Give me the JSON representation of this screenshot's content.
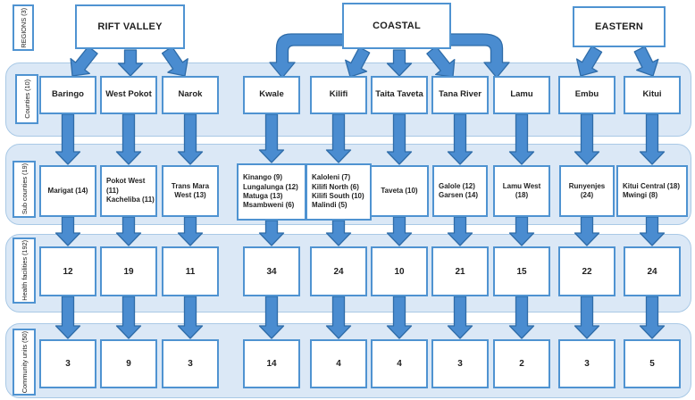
{
  "row_labels": {
    "regions": "REGIONS (3)",
    "counties": "Counties (10)",
    "sub_counties": "Sub counties (19)",
    "health_facilities": "Health facilities (192)",
    "community_units": "Community units (50)"
  },
  "regions": [
    {
      "name": "RIFT VALLEY"
    },
    {
      "name": "COASTAL"
    },
    {
      "name": "EASTERN"
    }
  ],
  "columns": [
    {
      "region": "RIFT VALLEY",
      "county": "Baringo",
      "sub_counties": [
        "Marigat (14)"
      ],
      "health_facilities": "12",
      "community_units": "3"
    },
    {
      "region": "RIFT VALLEY",
      "county": "West Pokot",
      "sub_counties": [
        "Pokot West (11)",
        "Kacheliba (11)"
      ],
      "health_facilities": "19",
      "community_units": "9"
    },
    {
      "region": "RIFT VALLEY",
      "county": "Narok",
      "sub_counties": [
        "Trans Mara West (13)"
      ],
      "health_facilities": "11",
      "community_units": "3"
    },
    {
      "region": "COASTAL",
      "county": "Kwale",
      "sub_counties": [
        "Kinango (9)",
        "Lungalunga (12)",
        "Matuga (13)",
        "Msambweni (6)"
      ],
      "health_facilities": "34",
      "community_units": "14"
    },
    {
      "region": "COASTAL",
      "county": "Kilifi",
      "sub_counties": [
        "Kaloleni (7)",
        "Kilifi North (6)",
        "Kilifi South (10)",
        "Malindi (5)"
      ],
      "health_facilities": "24",
      "community_units": "4"
    },
    {
      "region": "COASTAL",
      "county": "Taita Taveta",
      "sub_counties": [
        "Taveta (10)"
      ],
      "health_facilities": "10",
      "community_units": "4"
    },
    {
      "region": "COASTAL",
      "county": "Tana River",
      "sub_counties": [
        "Galole (12)",
        "Garsen (14)"
      ],
      "health_facilities": "21",
      "community_units": "3"
    },
    {
      "region": "COASTAL",
      "county": "Lamu",
      "sub_counties": [
        "Lamu West (18)"
      ],
      "health_facilities": "15",
      "community_units": "2"
    },
    {
      "region": "EASTERN",
      "county": "Embu",
      "sub_counties": [
        "Runyenjes (24)"
      ],
      "health_facilities": "22",
      "community_units": "3"
    },
    {
      "region": "EASTERN",
      "county": "Kitui",
      "sub_counties": [
        "Kitui Central (18)",
        "Mwingi (8)"
      ],
      "health_facilities": "24",
      "community_units": "5"
    }
  ],
  "colors": {
    "band_background": "#dbe8f6",
    "band_border": "#a9c9e6",
    "box_border": "#4f93d1",
    "arrow_fill": "#4a8cd0",
    "arrow_border": "#2f6ca8",
    "text": "#1f1f1f"
  }
}
